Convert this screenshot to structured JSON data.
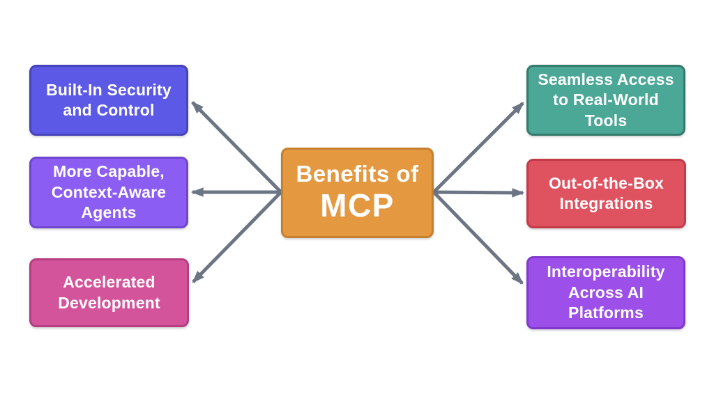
{
  "diagram": {
    "background": "#ffffff",
    "arrow_color": "#6C7584",
    "center": {
      "line1": "Benefits of",
      "line2": "MCP",
      "fill": "#E49941",
      "border": "#C5802F"
    },
    "nodes": [
      {
        "id": "built-in-security",
        "label": "Built-In Security\nand Control",
        "fill": "#5C59E6",
        "border": "#4643BC",
        "side": "left"
      },
      {
        "id": "context-aware-agents",
        "label": "More Capable,\nContext-Aware\nAgents",
        "fill": "#8B5DF2",
        "border": "#6F46CF",
        "side": "left"
      },
      {
        "id": "accelerated-development",
        "label": "Accelerated\nDevelopment",
        "fill": "#D4549B",
        "border": "#B53E80",
        "side": "left"
      },
      {
        "id": "seamless-access-tools",
        "label": "Seamless Access\nto Real-World\nTools",
        "fill": "#4BA796",
        "border": "#357A6C",
        "side": "right"
      },
      {
        "id": "out-of-box-integrations",
        "label": "Out-of-the-Box\nIntegrations",
        "fill": "#DF5260",
        "border": "#C33B49",
        "side": "right"
      },
      {
        "id": "interoperability",
        "label": "Interoperability\nAcross AI\nPlatforms",
        "fill": "#9C4FE9",
        "border": "#8138CE",
        "side": "right"
      }
    ]
  }
}
